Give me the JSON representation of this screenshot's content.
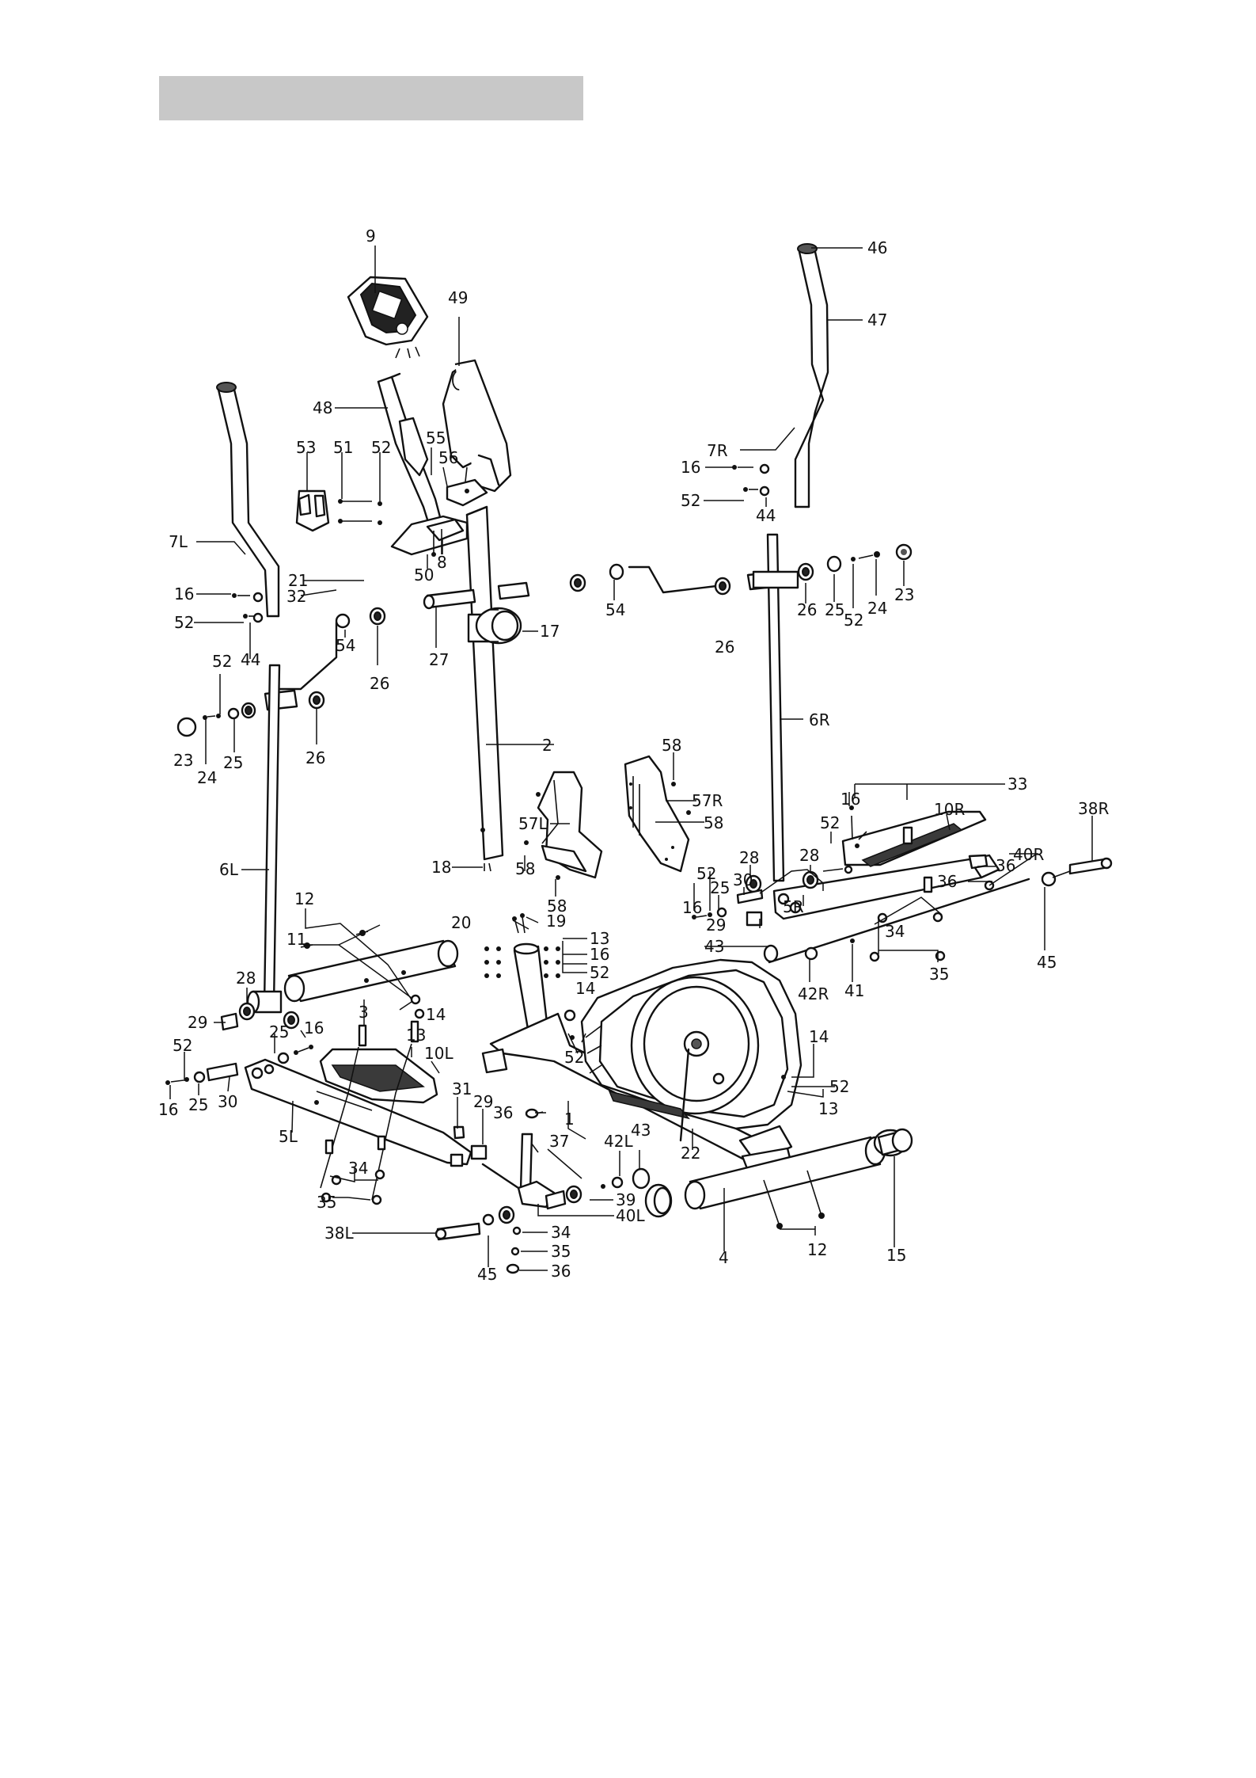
{
  "header_text": "",
  "callouts": [
    {
      "id": "9"
    },
    {
      "id": "46"
    },
    {
      "id": "47"
    },
    {
      "id": "49"
    },
    {
      "id": "48"
    },
    {
      "id": "53"
    },
    {
      "id": "51"
    },
    {
      "id": "52"
    },
    {
      "id": "55"
    },
    {
      "id": "56"
    },
    {
      "id": "7R"
    },
    {
      "id": "16"
    },
    {
      "id": "52"
    },
    {
      "id": "44"
    },
    {
      "id": "7L"
    },
    {
      "id": "8"
    },
    {
      "id": "50"
    },
    {
      "id": "21"
    },
    {
      "id": "32"
    },
    {
      "id": "16"
    },
    {
      "id": "52"
    },
    {
      "id": "44"
    },
    {
      "id": "17"
    },
    {
      "id": "54"
    },
    {
      "id": "26"
    },
    {
      "id": "25"
    },
    {
      "id": "52"
    },
    {
      "id": "24"
    },
    {
      "id": "23"
    },
    {
      "id": "54"
    },
    {
      "id": "26"
    },
    {
      "id": "27"
    },
    {
      "id": "26"
    },
    {
      "id": "52"
    },
    {
      "id": "23"
    },
    {
      "id": "24"
    },
    {
      "id": "25"
    },
    {
      "id": "26"
    },
    {
      "id": "2"
    },
    {
      "id": "6R"
    },
    {
      "id": "58"
    },
    {
      "id": "57R"
    },
    {
      "id": "58"
    },
    {
      "id": "33"
    },
    {
      "id": "57L"
    },
    {
      "id": "16"
    },
    {
      "id": "52"
    },
    {
      "id": "10R"
    },
    {
      "id": "38R"
    },
    {
      "id": "6L"
    },
    {
      "id": "18"
    },
    {
      "id": "58"
    },
    {
      "id": "58"
    },
    {
      "id": "36"
    },
    {
      "id": "40R"
    },
    {
      "id": "28"
    },
    {
      "id": "28"
    },
    {
      "id": "52"
    },
    {
      "id": "25"
    },
    {
      "id": "30"
    },
    {
      "id": "36"
    },
    {
      "id": "12"
    },
    {
      "id": "16"
    },
    {
      "id": "5R"
    },
    {
      "id": "29"
    },
    {
      "id": "20"
    },
    {
      "id": "19"
    },
    {
      "id": "11"
    },
    {
      "id": "13"
    },
    {
      "id": "34"
    },
    {
      "id": "43"
    },
    {
      "id": "16"
    },
    {
      "id": "52"
    },
    {
      "id": "45"
    },
    {
      "id": "42R"
    },
    {
      "id": "41"
    },
    {
      "id": "35"
    },
    {
      "id": "28"
    },
    {
      "id": "3"
    },
    {
      "id": "14"
    },
    {
      "id": "14"
    },
    {
      "id": "29"
    },
    {
      "id": "25"
    },
    {
      "id": "16"
    },
    {
      "id": "52"
    },
    {
      "id": "13"
    },
    {
      "id": "10L"
    },
    {
      "id": "14"
    },
    {
      "id": "52"
    },
    {
      "id": "52"
    },
    {
      "id": "13"
    },
    {
      "id": "16"
    },
    {
      "id": "25"
    },
    {
      "id": "30"
    },
    {
      "id": "31"
    },
    {
      "id": "29"
    },
    {
      "id": "1"
    },
    {
      "id": "36"
    },
    {
      "id": "5L"
    },
    {
      "id": "37"
    },
    {
      "id": "42L"
    },
    {
      "id": "43"
    },
    {
      "id": "22"
    },
    {
      "id": "34"
    },
    {
      "id": "35"
    },
    {
      "id": "39"
    },
    {
      "id": "40L"
    },
    {
      "id": "38L"
    },
    {
      "id": "34"
    },
    {
      "id": "35"
    },
    {
      "id": "4"
    },
    {
      "id": "12"
    },
    {
      "id": "15"
    },
    {
      "id": "45"
    },
    {
      "id": "36"
    }
  ]
}
